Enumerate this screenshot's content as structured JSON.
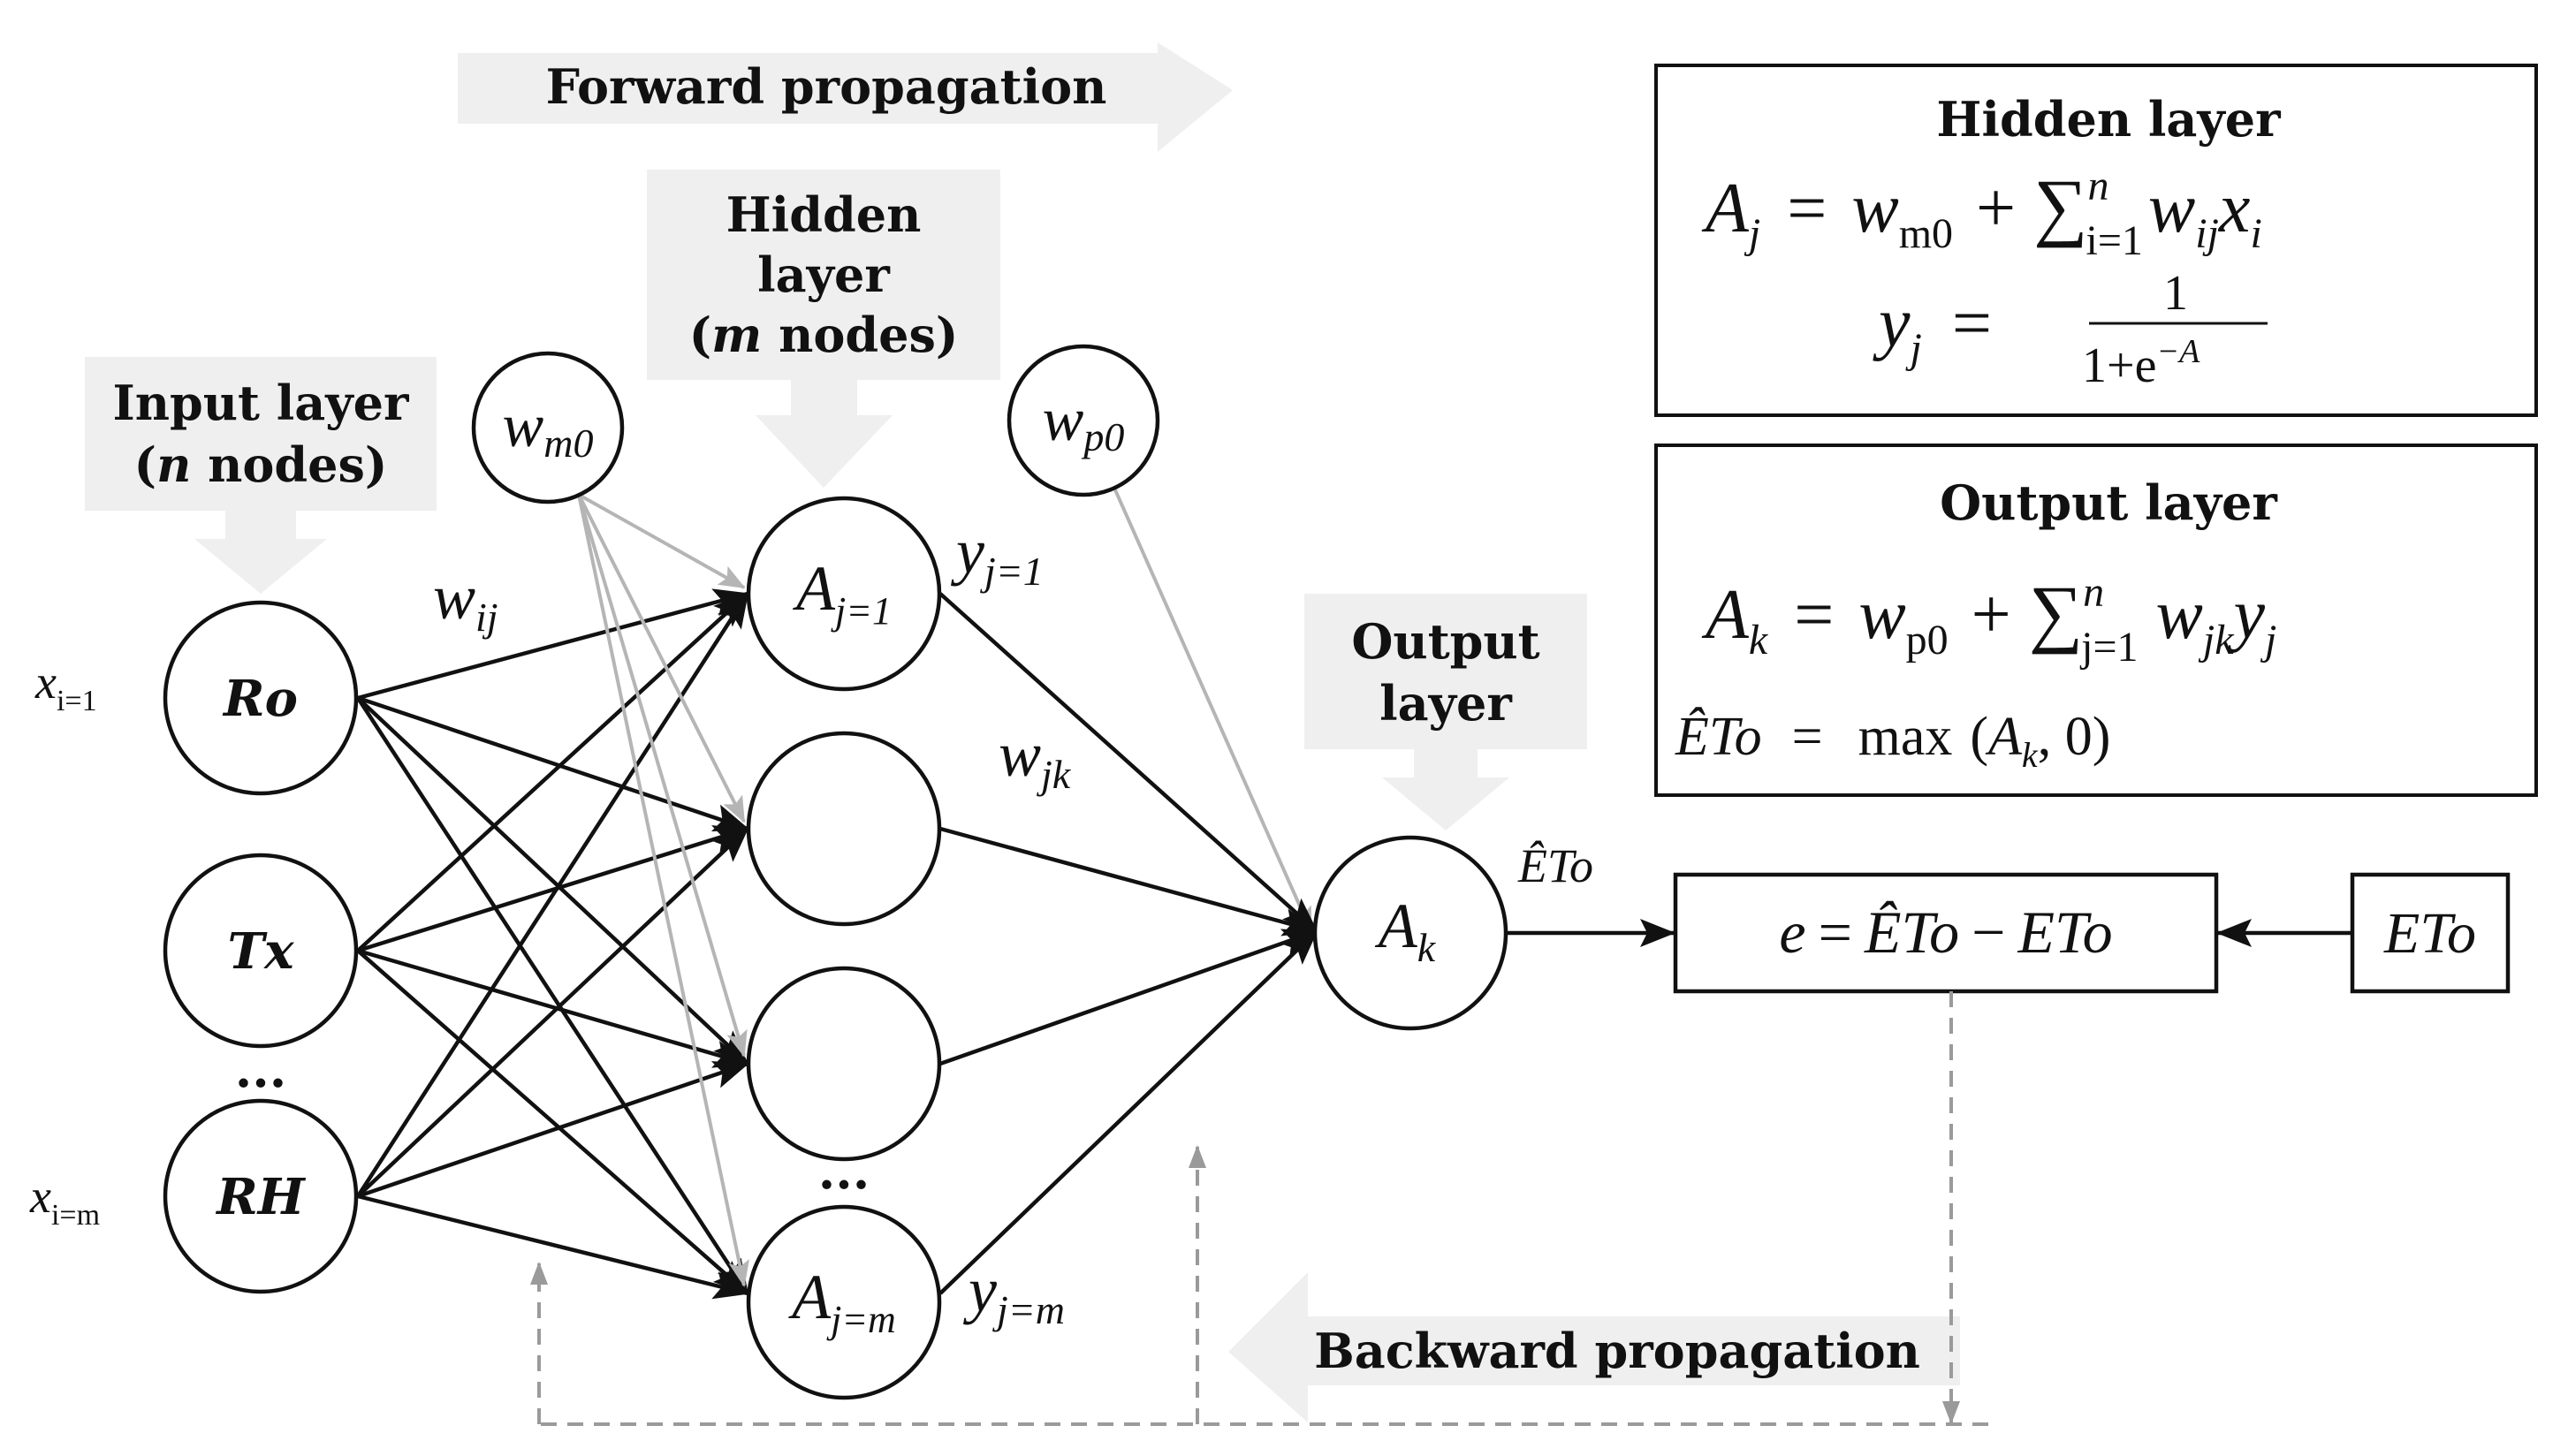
{
  "banners": {
    "forward": "Forward propagation",
    "backward": "Backward propagation"
  },
  "labels": {
    "input_layer_line1": "Input layer",
    "input_layer_line2_var": "n",
    "input_layer_line2_rest": " nodes)",
    "input_layer_line2_open": "(",
    "hidden_layer_line1": "Hidden",
    "hidden_layer_line2": "layer",
    "hidden_layer_line3_open": "(",
    "hidden_layer_line3_var": "m",
    "hidden_layer_line3_rest": " nodes)",
    "output_layer_line1": "Output",
    "output_layer_line2": "layer",
    "ellipsis": "..."
  },
  "input_nodes": [
    {
      "label": "Ro",
      "side": "x",
      "side_sub": "i=1"
    },
    {
      "label": "Tx",
      "side": "",
      "side_sub": ""
    },
    {
      "label": "RH",
      "side": "x",
      "side_sub": "i=m"
    }
  ],
  "bias": {
    "hidden": {
      "base": "w",
      "sub": "m0"
    },
    "output": {
      "base": "w",
      "sub": "p0"
    }
  },
  "hidden_nodes": [
    {
      "base": "A",
      "sub": "j=1",
      "y_base": "y",
      "y_sub": "j=1"
    },
    {
      "base": "",
      "sub": "",
      "y_base": "",
      "y_sub": ""
    },
    {
      "base": "",
      "sub": "",
      "y_base": "",
      "y_sub": ""
    },
    {
      "base": "A",
      "sub": "j=m",
      "y_base": "y",
      "y_sub": "j=m"
    }
  ],
  "weights": {
    "wij": {
      "base": "w",
      "sub": "ij"
    },
    "wjk": {
      "base": "w",
      "sub": "jk"
    }
  },
  "output_node": {
    "base": "A",
    "sub": "k"
  },
  "output_label": "ÊTo",
  "error_box": {
    "e": "e",
    "eq": "=",
    "pred": "ÊTo",
    "minus": "−",
    "obs": "ETo"
  },
  "eto_box": "ETo",
  "formula_hidden": {
    "title": "Hidden layer",
    "line1": {
      "lhs": "A",
      "lhs_sub": "j",
      "w": "w",
      "w_sub": "m0",
      "sum_top": "n",
      "sum_bot": "i=1",
      "term": "w",
      "term_sub": "ij",
      "x": "x",
      "x_sub": "i"
    },
    "line2": {
      "lhs": "y",
      "lhs_sub": "j",
      "num": "1",
      "den": "1+e",
      "den_sup": "−A"
    }
  },
  "formula_output": {
    "title": "Output layer",
    "line1": {
      "lhs": "A",
      "lhs_sub": "k",
      "w": "w",
      "w_sub": "p0",
      "sum_top": "n",
      "sum_bot": "j=1",
      "term": "w",
      "term_sub": "jk",
      "y": "y",
      "y_sub": "j"
    },
    "line2": {
      "lhs": "ÊTo",
      "eq": "=",
      "fn": "max",
      "args_open": "(",
      "arg": "A",
      "arg_sub": "k",
      "args_rest": ", 0)"
    }
  },
  "colors": {
    "banner_bg": "#efefef",
    "node_stroke": "#111111",
    "arrow_dark": "#111111",
    "arrow_light": "#b5b5b5",
    "dashed": "#9a9a9a"
  }
}
